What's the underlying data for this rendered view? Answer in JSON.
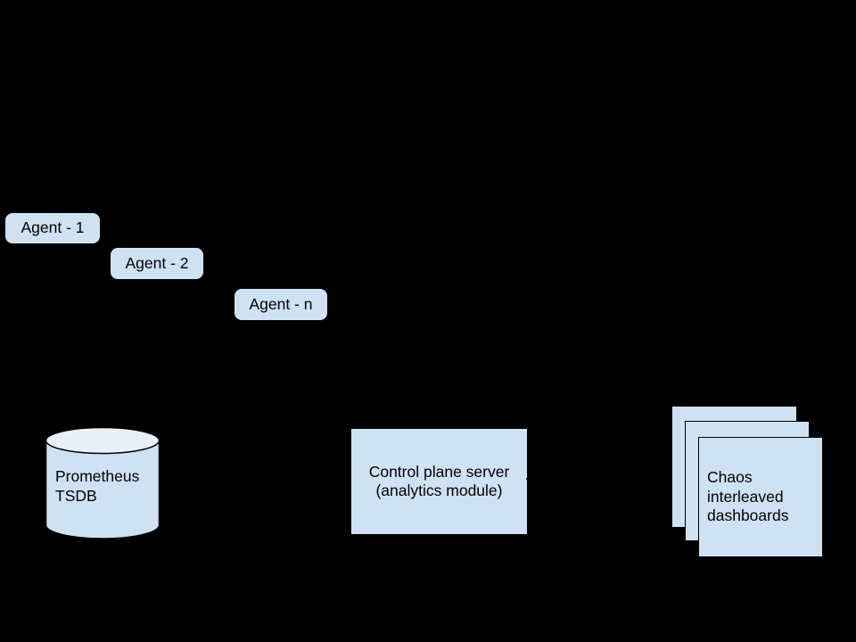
{
  "canvas": {
    "background_color": "#000000"
  },
  "colors": {
    "shape_fill": "#cfe2f3",
    "cylinder_top_fill": "#e8f1fa",
    "outline": "#000000",
    "text": "#000000"
  },
  "diagram": {
    "agents": [
      {
        "label": "Agent - 1"
      },
      {
        "label": "Agent - 2"
      },
      {
        "label": "Agent - n"
      }
    ],
    "database": {
      "label": "Prometheus\nTSDB",
      "shape": "cylinder"
    },
    "control_plane": {
      "label": "Control plane server\n(analytics module)",
      "shape": "rectangle"
    },
    "dashboards": {
      "label": "Chaos\ninterleaved\ndashboards",
      "shape": "stacked-cards",
      "card_count": 3
    },
    "connector": {
      "shape": "arrowhead-right"
    }
  }
}
